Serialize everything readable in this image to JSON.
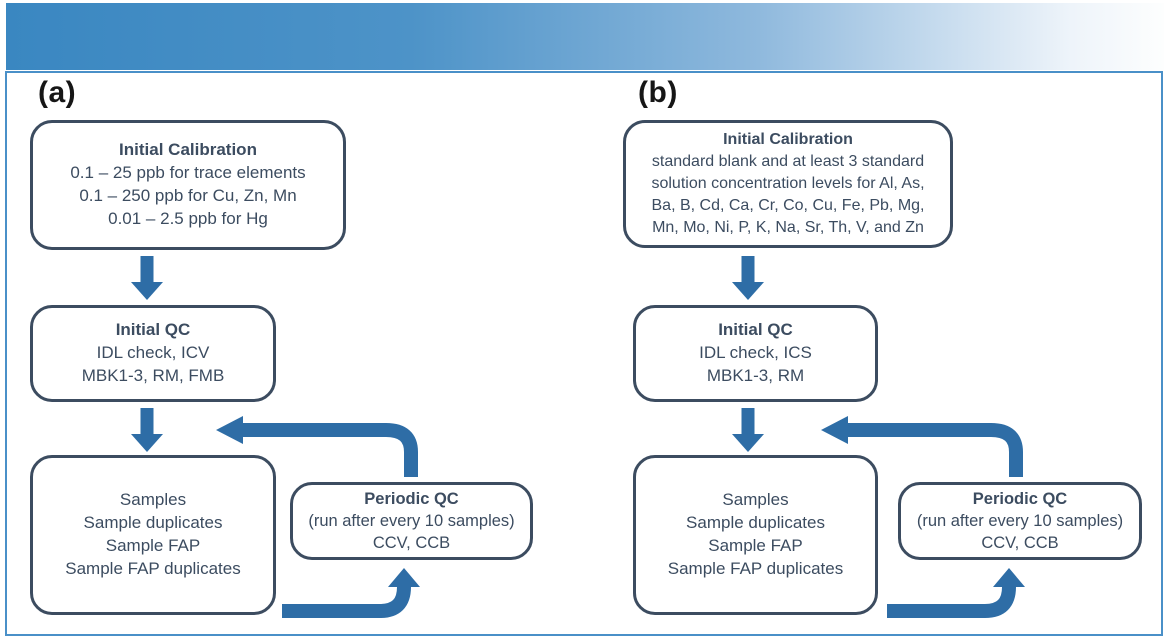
{
  "figure": {
    "kind": "flowchart",
    "colors": {
      "header_gradient_left": "#3a87c1",
      "header_gradient_right": "#fdfefe",
      "frame_border": "#4a90c8",
      "box_border_and_text": "#3c4c60",
      "arrow_blue": "#2e6da6",
      "label_black": "#161616"
    }
  },
  "panels": [
    {
      "label": "(a)",
      "boxes": {
        "initial_calibration": {
          "title": "Initial Calibration",
          "lines": [
            "0.1 – 25 ppb for trace elements",
            "0.1 – 250 ppb for Cu, Zn, Mn",
            "0.01 – 2.5 ppb for Hg"
          ]
        },
        "initial_qc": {
          "title": "Initial QC",
          "lines": [
            "IDL check, ICV",
            "MBK1-3, RM, FMB"
          ]
        },
        "samples": {
          "lines": [
            "Samples",
            "Sample duplicates",
            "Sample FAP",
            "Sample FAP duplicates"
          ]
        },
        "periodic_qc": {
          "title": "Periodic QC",
          "lines": [
            "(run after every 10 samples)",
            "CCV, CCB"
          ]
        }
      }
    },
    {
      "label": "(b)",
      "boxes": {
        "initial_calibration": {
          "title": "Initial Calibration",
          "lines": [
            "standard blank and at least 3 standard",
            "solution concentration levels for Al, As,",
            "Ba, B, Cd, Ca, Cr, Co, Cu, Fe, Pb, Mg,",
            "Mn, Mo, Ni, P, K, Na, Sr, Th, V, and Zn"
          ]
        },
        "initial_qc": {
          "title": "Initial QC",
          "lines": [
            "IDL check, ICS",
            "MBK1-3, RM"
          ]
        },
        "samples": {
          "lines": [
            "Samples",
            "Sample duplicates",
            "Sample FAP",
            "Sample FAP duplicates"
          ]
        },
        "periodic_qc": {
          "title": "Periodic QC",
          "lines": [
            "(run after every 10 samples)",
            "CCV, CCB"
          ]
        }
      }
    }
  ]
}
